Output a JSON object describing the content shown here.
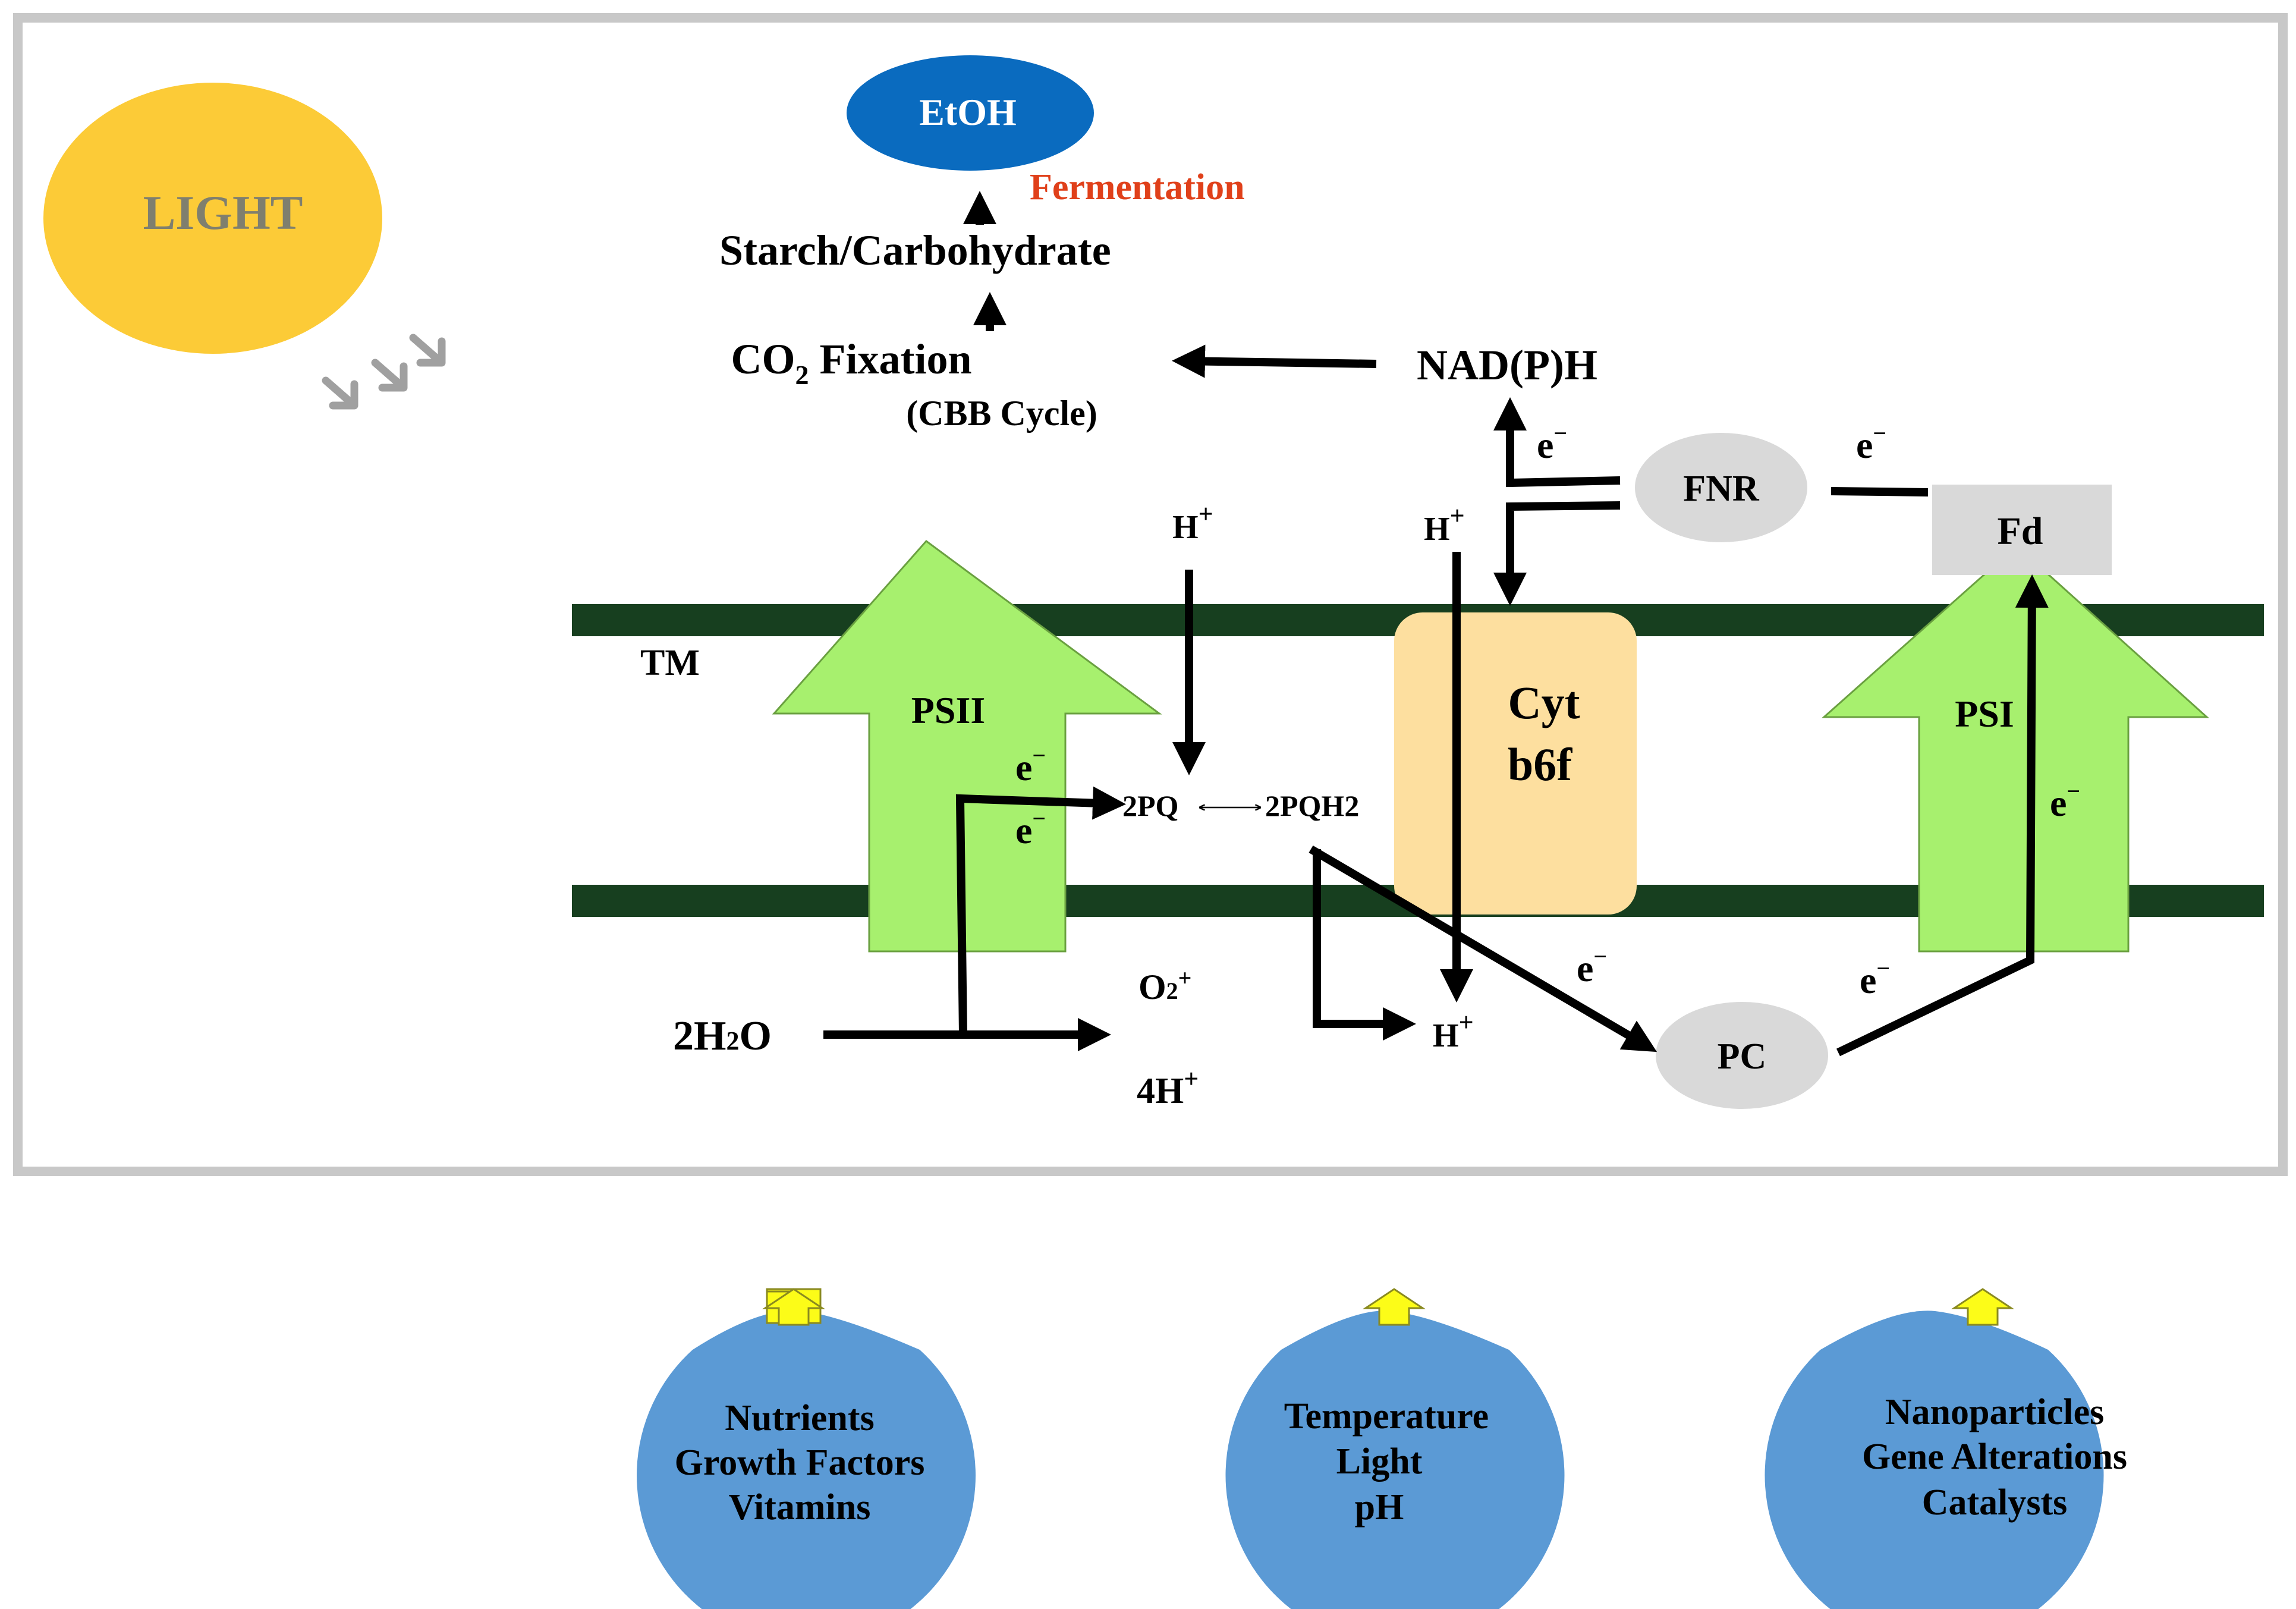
{
  "light": {
    "label": "LIGHT"
  },
  "products": {
    "etoh": "EtOH",
    "fermentation": "Fermentation",
    "starch": "Starch/Carbohydrate",
    "co2_main": "CO",
    "co2_sub": "2",
    "co2_rest": " Fixation",
    "cbb": "(CBB Cycle)",
    "nadph": "NAD(P)H"
  },
  "membrane": {
    "label": "TM"
  },
  "complexes": {
    "psii": "PSII",
    "psi": "PSI",
    "cyt_line1": "Cyt",
    "cyt_line2": "b6f",
    "fnr": "FNR",
    "fd": "Fd",
    "pc": "PC"
  },
  "species": {
    "electron_base": "e",
    "electron_sup": "−",
    "proton_base": "H",
    "proton_sup": "+",
    "pq": "2PQ",
    "pqh2": "2PQH2",
    "water_a": "2H",
    "water_sub": "2",
    "water_b": "O",
    "oxygen_a": "O",
    "oxygen_sub": "2",
    "oxygen_plus": "+",
    "four_h": "4H"
  },
  "factors": [
    {
      "lines": [
        "Nutrients",
        "Growth Factors",
        "Vitamins"
      ]
    },
    {
      "lines": [
        "Temperature",
        "Light",
        "pH"
      ]
    },
    {
      "lines": [
        "Nanoparticles",
        "Gene Alterations",
        "Catalysts"
      ]
    }
  ],
  "colors": {
    "frame": "#c8c8c8",
    "sun": "#fccb37",
    "sun_text": "#7f7f6e",
    "etoh_fill": "#0a6bbf",
    "fermentation_text": "#e0401a",
    "membrane": "#173f1f",
    "photosystem": "#a7f06e",
    "cytochrome": "#fddf9f",
    "carrier": "#d9d9d9",
    "factor_fill": "#5b9ad5",
    "factor_arrow": "#fcfc18"
  }
}
